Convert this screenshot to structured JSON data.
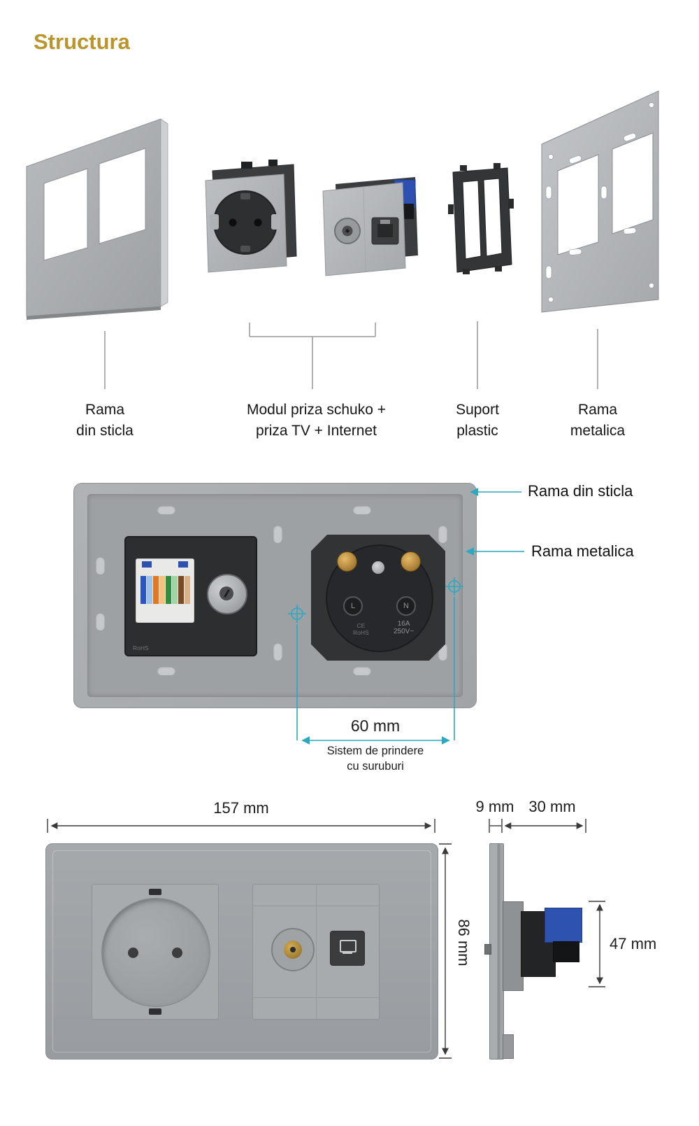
{
  "title": "Structura",
  "colors": {
    "accent_teal": "#2BA8BF",
    "title_gold": "#B9952C",
    "panel_gray": "#A0A4A7"
  },
  "exploded": {
    "labels": [
      {
        "line1": "Rama",
        "line2": "din sticla"
      },
      {
        "line1": "Modul priza schuko +",
        "line2": "priza TV + Internet"
      },
      {
        "line1": "Suport",
        "line2": "plastic"
      },
      {
        "line1": "Rama",
        "line2": "metalica"
      }
    ]
  },
  "back_view": {
    "callout_glass": "Rama din sticla",
    "callout_metal": "Rama metalica",
    "screw_distance": "60 mm",
    "screw_note_line1": "Sistem de prindere",
    "screw_note_line2": "cu suruburi",
    "socket_back": {
      "terminal_left": "L",
      "terminal_right": "N",
      "rating_line1": "16A",
      "rating_line2": "250V~",
      "cert_line1": "CE",
      "cert_line2": "RoHS"
    },
    "module_back": {
      "print": "RoHS"
    }
  },
  "front_view": {
    "width": "157 mm",
    "height": "86 mm"
  },
  "side_view": {
    "glass_thickness": "9 mm",
    "depth": "30 mm",
    "module_height": "47 mm"
  }
}
